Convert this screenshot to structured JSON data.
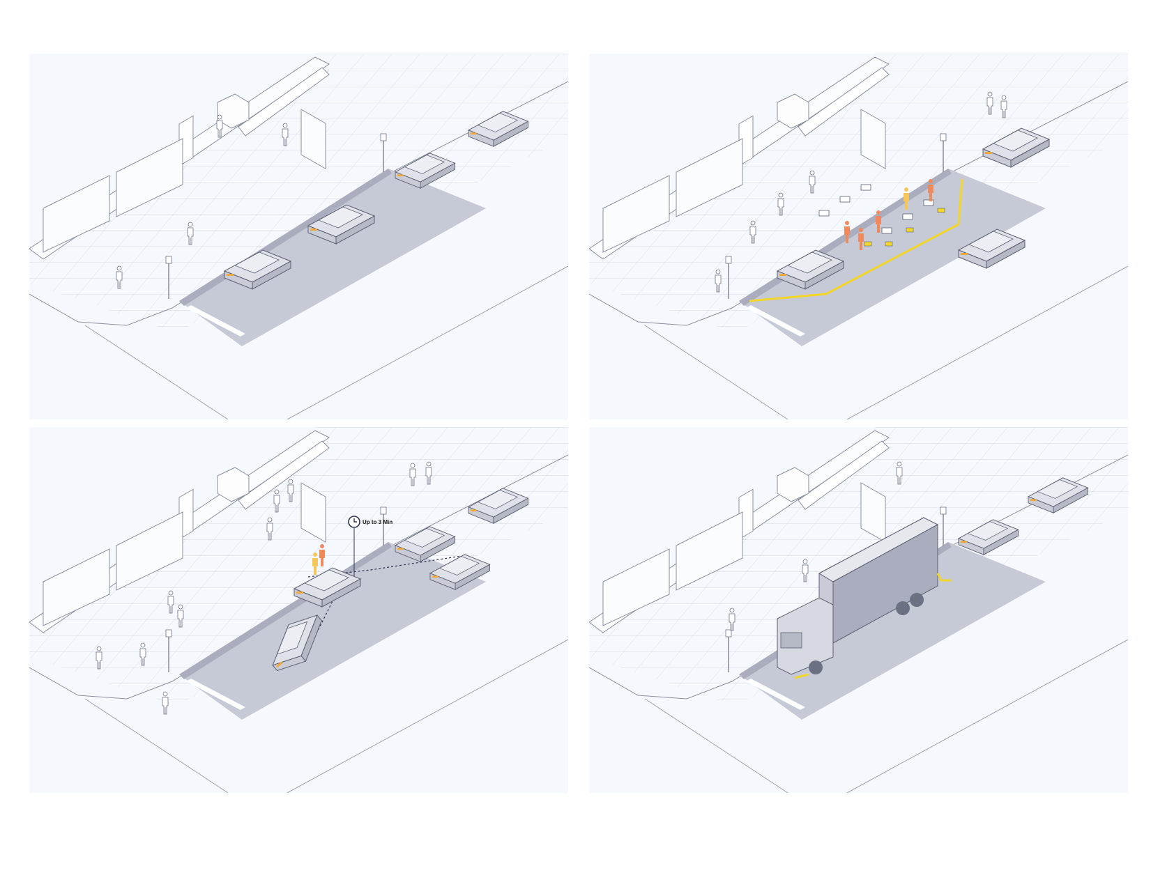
{
  "panels": [
    {
      "id": "parking",
      "lane_use": "parked-cars"
    },
    {
      "id": "parklet",
      "lane_use": "outdoor-seating",
      "accent": "#f2d72a"
    },
    {
      "id": "short-term",
      "lane_use": "short-term-loading",
      "time_limit_label": "Up to 3 Min"
    },
    {
      "id": "loading",
      "lane_use": "truck-loading",
      "accent": "#f2d72a"
    }
  ],
  "colors": {
    "panel_bg": "#f5f8fc",
    "lane": "#c6c9d6",
    "lane_dark": "#a9adbd",
    "line": "#7c8193",
    "figure_orange": "#f08a5d",
    "figure_yellow": "#f6c65a",
    "accent_yellow": "#f2d72a"
  },
  "icons": [
    "clock-icon",
    "pedestrian-icon",
    "car-icon",
    "truck-icon",
    "van-icon",
    "table-icon",
    "chair-icon"
  ]
}
